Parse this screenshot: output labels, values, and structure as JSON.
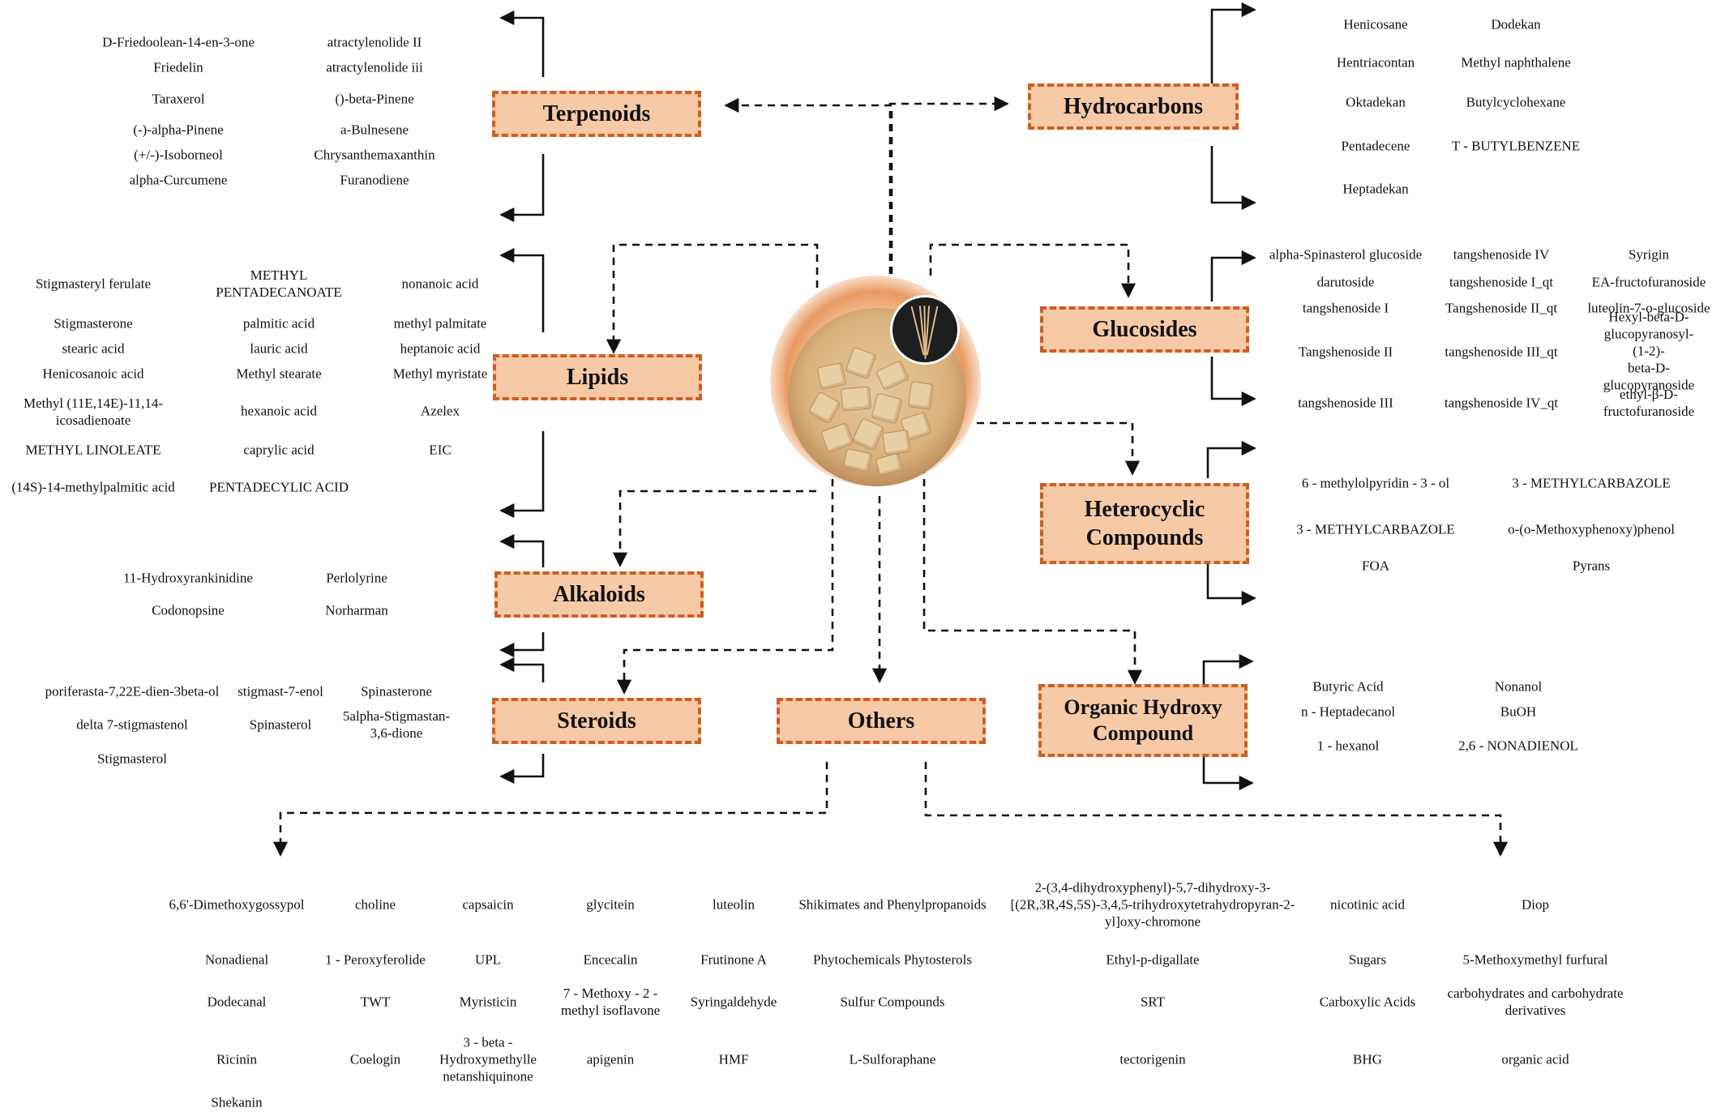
{
  "categories": {
    "terpenoids": "Terpenoids",
    "lipids": "Lipids",
    "alkaloids": "Alkaloids",
    "steroids": "Steroids",
    "others": "Others",
    "hydrocarbons": "Hydrocarbons",
    "glucosides": "Glucosides",
    "heterocyclic": "Heterocyclic\nCompounds",
    "hydroxy": "Organic Hydroxy\nCompound"
  },
  "center_image": "herb-root-slices-bowl",
  "colors": {
    "box_fill": "#f6c9a7",
    "box_border": "#cc5f22",
    "hub_glow": "#e89a62",
    "line": "#111111"
  },
  "terpenoids": [
    "D-Friedoolean-14-en-3-one",
    "atractylenolide II",
    "Friedelin",
    "atractylenolide iii",
    "Taraxerol",
    "()-beta-Pinene",
    "(-)-alpha-Pinene",
    "a-Bulnesene",
    "(+/-)-Isoborneol",
    "Chrysanthemaxanthin",
    "alpha-Curcumene",
    "Furanodiene"
  ],
  "lipids": [
    "Stigmasteryl ferulate",
    "METHYL\nPENTADECANOATE",
    "nonanoic acid",
    "Stigmasterone",
    "palmitic acid",
    "methyl palmitate",
    "stearic acid",
    "lauric acid",
    "heptanoic acid",
    "Henicosanoic acid",
    "Methyl stearate",
    "Methyl myristate",
    "Methyl (11E,14E)-11,14-\nicosadienoate",
    "hexanoic acid",
    "Azelex",
    "METHYL LINOLEATE",
    "caprylic acid",
    "EIC",
    "(14S)-14-methylpalmitic acid",
    "PENTADECYLIC ACID"
  ],
  "alkaloids": [
    "11-Hydroxyrankinidine",
    "Perlolyrine",
    "Codonopsine",
    "Norharman"
  ],
  "steroids": [
    "poriferasta-7,22E-dien-3beta-ol",
    "stigmast-7-enol",
    "Spinasterone",
    "delta 7-stigmastenol",
    "Spinasterol",
    "5alpha-Stigmastan-\n3,6-dione",
    "Stigmasterol"
  ],
  "hydrocarbons": [
    "Henicosane",
    "Dodekan",
    "Hentriacontan",
    "Methyl naphthalene",
    "Oktadekan",
    "Butylcyclohexane",
    "Pentadecene",
    "T - BUTYLBENZENE",
    "Heptadekan"
  ],
  "glucosides": [
    "alpha-Spinasterol glucoside",
    "tangshenoside IV",
    "Syrigin",
    "darutoside",
    "tangshenoside I_qt",
    "EA-fructofuranoside",
    "tangshenoside I",
    "Tangshenoside II_qt",
    "luteolin-7-o-glucoside",
    "Tangshenoside II",
    "tangshenoside III_qt",
    "Hexyl-beta-D-\nglucopyranosyl-(1-2)-\nbeta-D-glucopyranoside",
    "tangshenoside III",
    "tangshenoside IV_qt",
    "ethyl-β-D-\nfructofuranoside"
  ],
  "heterocyclic": [
    "6 - methylolpyridin - 3 - ol",
    "3 - METHYLCARBAZOLE",
    "3 - METHYLCARBAZOLE",
    "o-(o-Methoxyphenoxy)phenol",
    "FOA",
    "Pyrans"
  ],
  "hydroxy": [
    "Butyric Acid",
    "Nonanol",
    "n - Heptadecanol",
    "BuOH",
    "1 - hexanol",
    "2,6 - NONADIENOL"
  ],
  "others": [
    "6,6'-Dimethoxygossypol",
    "choline",
    "capsaicin",
    "glycitein",
    "luteolin",
    "Shikimates and Phenylpropanoids",
    "2-(3,4-dihydroxyphenyl)-5,7-dihydroxy-3-\n[(2R,3R,4S,5S)-3,4,5-trihydroxytetrahydropyran-2-\nyl]oxy-chromone",
    "nicotinic acid",
    "Diop",
    "Nonadienal",
    "1 - Peroxyferolide",
    "UPL",
    "Encecalin",
    "Frutinone A",
    "Phytochemicals Phytosterols",
    "Ethyl-p-digallate",
    "Sugars",
    "5-Methoxymethyl furfural",
    "Dodecanal",
    "TWT",
    "Myristicin",
    "7 - Methoxy - 2 -\nmethyl isoflavone",
    "Syringaldehyde",
    "Sulfur Compounds",
    "SRT",
    "Carboxylic Acids",
    "carbohydrates and carbohydrate\nderivatives",
    "Ricinin",
    "Coelogin",
    "3 - beta -\nHydroxymethylle\nnetanshiquinone",
    "apigenin",
    "HMF",
    "L-Sulforaphane",
    "tectorigenin",
    "BHG",
    "organic acid",
    "Shekanin"
  ]
}
